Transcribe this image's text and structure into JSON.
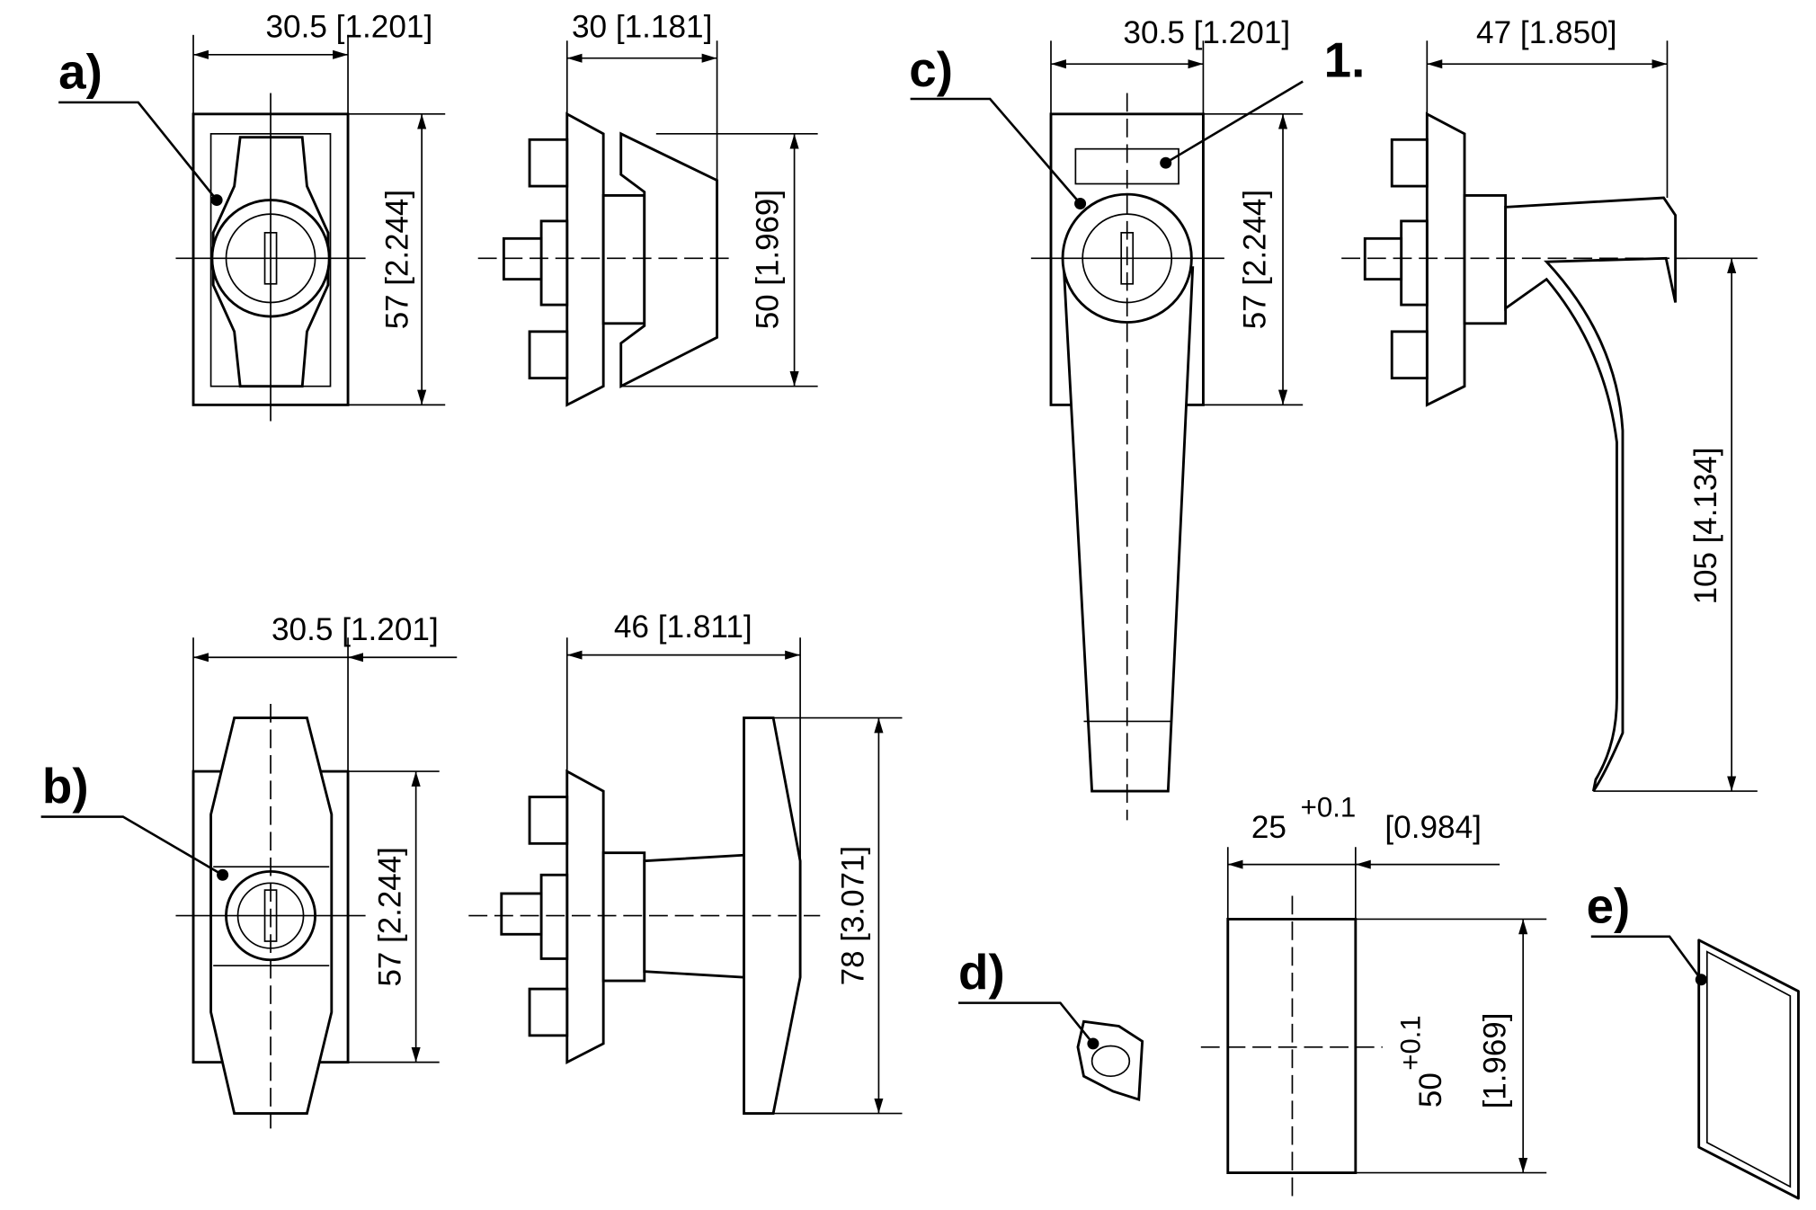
{
  "views": {
    "a": {
      "label": "a)",
      "front_width": "30.5 [1.201]",
      "front_height": "57 [2.244]",
      "side_width": "30 [1.181]",
      "side_height": "50 [1.969]"
    },
    "b": {
      "label": "b)",
      "front_width": "30.5 [1.201]",
      "front_height": "57 [2.244]",
      "side_width": "46 [1.811]",
      "side_height": "78 [3.071]"
    },
    "c": {
      "label": "c)",
      "callout": "1.",
      "front_width": "30.5 [1.201]",
      "front_height": "57 [2.244]",
      "side_width": "47 [1.850]",
      "side_height": "105 [4.134]"
    },
    "d": {
      "label": "d)",
      "cutout_width": "25",
      "cutout_width_tol": "+0.1",
      "cutout_width_in": "[0.984]",
      "cutout_height": "50",
      "cutout_height_tol": "+0.1",
      "cutout_height_in": "[1.969]"
    },
    "e": {
      "label": "e)"
    }
  }
}
